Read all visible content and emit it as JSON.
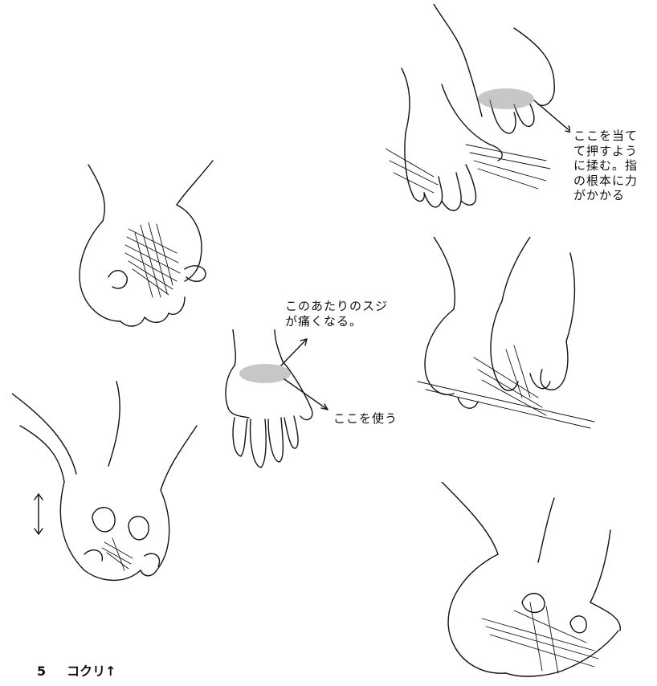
{
  "annotations": {
    "press_here": [
      "ここを当て",
      "て押すよう",
      "に揉む。指",
      "の根本に力",
      "がかかる"
    ],
    "tendon_pain": [
      "このあたりのスジ",
      "が痛くなる。"
    ],
    "use_here": "ここを使う"
  },
  "caption": {
    "number": "5",
    "title": "コクリ↑"
  },
  "illustrations": [
    "hands-cupping-hair-left-top",
    "hands-cupping-hair-left-bottom",
    "open-palm-center",
    "hands-pressing-hair-right-top",
    "hands-kneading-hair-right-middle",
    "hands-kneading-hair-right-bottom"
  ]
}
